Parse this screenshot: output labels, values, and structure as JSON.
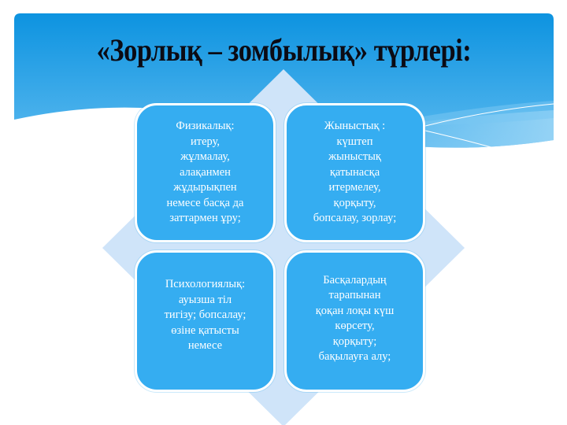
{
  "slide": {
    "title": "«Зорлық – зомбылық» түрлері:",
    "colors": {
      "header_top": "#0d93e0",
      "header_bottom": "#5ab9ef",
      "box_fill": "#35adf1",
      "diamond": "#cfe4f9",
      "text_title": "#0b0b14",
      "text_box": "#ffffff"
    },
    "boxes": [
      {
        "position": "top-left",
        "text": "Физикалық:\nитеру,\nжұлмалау,\nалақанмен\nжұдырықпен\nнемесе басқа да\nзаттармен ұру;"
      },
      {
        "position": "top-right",
        "text": "Жыныстық :\nкүштеп\nжыныстық\nқатынасқа\nитермелеу,\nқорқыту,\nбопсалау, зорлау;"
      },
      {
        "position": "bottom-left",
        "text": "Психологиялық:\nауызша тіл\nтигізу; бопсалау;\nөзіне қатысты\nнемесе"
      },
      {
        "position": "bottom-right",
        "text": "Басқалардың\nтарапынан\nқоқан лоқы күш\nкөрсету,\nқорқыту;\nбақылауға алу;"
      }
    ]
  }
}
